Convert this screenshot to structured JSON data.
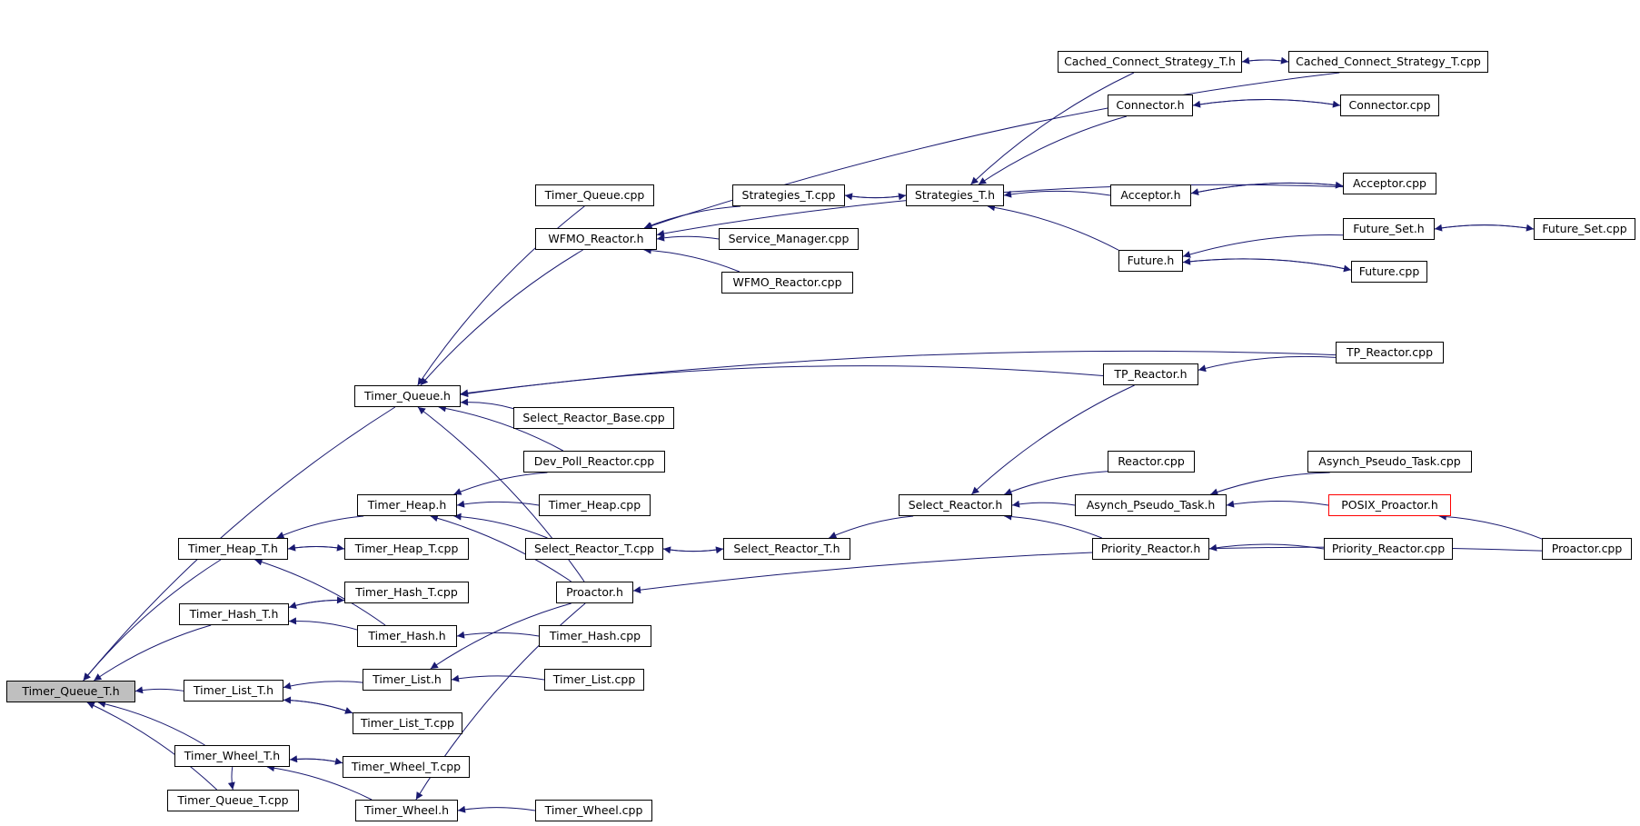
{
  "graph": {
    "root": "n_root",
    "colors": {
      "edge": "#191970",
      "node_border": "#000000",
      "root_fill": "#bfbfbf",
      "flagged_border": "#ff0000"
    },
    "nodes": {
      "n_root": "Timer_Queue_T.h",
      "n_heapT": "Timer_Heap_T.h",
      "n_hashT": "Timer_Hash_T.h",
      "n_listT": "Timer_List_T.h",
      "n_wheelT": "Timer_Wheel_T.h",
      "n_qTcpp": "Timer_Queue_T.cpp",
      "n_tq": "Timer_Queue.h",
      "n_heap": "Timer_Heap.h",
      "n_heapTcpp": "Timer_Heap_T.cpp",
      "n_hashTcpp": "Timer_Hash_T.cpp",
      "n_hash": "Timer_Hash.h",
      "n_list": "Timer_List.h",
      "n_listTcpp": "Timer_List_T.cpp",
      "n_wheelTcpp": "Timer_Wheel_T.cpp",
      "n_wheel": "Timer_Wheel.h",
      "n_tqcpp": "Timer_Queue.cpp",
      "n_wfmo": "WFMO_Reactor.h",
      "n_srbcpp": "Select_Reactor_Base.cpp",
      "n_devpoll": "Dev_Poll_Reactor.cpp",
      "n_heapcpp": "Timer_Heap.cpp",
      "n_srTcpp": "Select_Reactor_T.cpp",
      "n_proactor": "Proactor.h",
      "n_hashcpp": "Timer_Hash.cpp",
      "n_listcpp": "Timer_List.cpp",
      "n_wheelcpp": "Timer_Wheel.cpp",
      "n_stratcpp": "Strategies_T.cpp",
      "n_svcmgr": "Service_Manager.cpp",
      "n_wfmocpp": "WFMO_Reactor.cpp",
      "n_srT": "Select_Reactor_T.h",
      "n_strat": "Strategies_T.h",
      "n_sr": "Select_Reactor.h",
      "n_ccsT": "Cached_Connect_Strategy_T.h",
      "n_conn": "Connector.h",
      "n_acc": "Acceptor.h",
      "n_fut": "Future.h",
      "n_tpr": "TP_Reactor.h",
      "n_rcpp": "Reactor.cpp",
      "n_apt": "Asynch_Pseudo_Task.h",
      "n_pr": "Priority_Reactor.h",
      "n_ccscpp": "Cached_Connect_Strategy_T.cpp",
      "n_conncpp": "Connector.cpp",
      "n_acccpp": "Acceptor.cpp",
      "n_futset": "Future_Set.h",
      "n_futcpp": "Future.cpp",
      "n_tprcpp": "TP_Reactor.cpp",
      "n_aptcpp": "Asynch_Pseudo_Task.cpp",
      "n_posix": "POSIX_Proactor.h",
      "n_prcpp": "Priority_Reactor.cpp",
      "n_futsetcpp": "Future_Set.cpp",
      "n_proactorcpp": "Proactor.cpp"
    },
    "edges": [
      [
        "n_heapT",
        "n_root"
      ],
      [
        "n_hashT",
        "n_root"
      ],
      [
        "n_listT",
        "n_root"
      ],
      [
        "n_wheelT",
        "n_root"
      ],
      [
        "n_qTcpp",
        "n_root"
      ],
      [
        "n_tq",
        "n_root"
      ],
      [
        "n_heap",
        "n_heapT"
      ],
      [
        "n_heapTcpp",
        "n_heapT"
      ],
      [
        "n_hash",
        "n_heapT"
      ],
      [
        "n_hashTcpp",
        "n_hashT"
      ],
      [
        "n_hash",
        "n_hashT"
      ],
      [
        "n_list",
        "n_listT"
      ],
      [
        "n_listTcpp",
        "n_listT"
      ],
      [
        "n_wheelTcpp",
        "n_wheelT"
      ],
      [
        "n_wheel",
        "n_wheelT"
      ],
      [
        "n_wheelT",
        "n_qTcpp"
      ],
      [
        "n_heapT",
        "n_heapTcpp"
      ],
      [
        "n_hashT",
        "n_hashTcpp"
      ],
      [
        "n_listT",
        "n_listTcpp"
      ],
      [
        "n_wheelT",
        "n_wheelTcpp"
      ],
      [
        "n_tqcpp",
        "n_tq"
      ],
      [
        "n_wfmo",
        "n_tq"
      ],
      [
        "n_srbcpp",
        "n_tq"
      ],
      [
        "n_devpoll",
        "n_tq"
      ],
      [
        "n_proactor",
        "n_tq"
      ],
      [
        "n_tpr",
        "n_tq"
      ],
      [
        "n_tprcpp",
        "n_tq"
      ],
      [
        "n_devpoll",
        "n_heap"
      ],
      [
        "n_heapcpp",
        "n_heap"
      ],
      [
        "n_srTcpp",
        "n_heap"
      ],
      [
        "n_proactor",
        "n_heap"
      ],
      [
        "n_hashcpp",
        "n_hash"
      ],
      [
        "n_listcpp",
        "n_list"
      ],
      [
        "n_proactor",
        "n_list"
      ],
      [
        "n_wheelcpp",
        "n_wheel"
      ],
      [
        "n_proactor",
        "n_wheel"
      ],
      [
        "n_stratcpp",
        "n_wfmo"
      ],
      [
        "n_svcmgr",
        "n_wfmo"
      ],
      [
        "n_wfmocpp",
        "n_wfmo"
      ],
      [
        "n_ccscpp",
        "n_wfmo"
      ],
      [
        "n_acccpp",
        "n_wfmo"
      ],
      [
        "n_srTcpp",
        "n_srT"
      ],
      [
        "n_srT",
        "n_srTcpp"
      ],
      [
        "n_sr",
        "n_srT"
      ],
      [
        "n_stratcpp",
        "n_strat"
      ],
      [
        "n_strat",
        "n_stratcpp"
      ],
      [
        "n_ccsT",
        "n_strat"
      ],
      [
        "n_conn",
        "n_strat"
      ],
      [
        "n_acc",
        "n_strat"
      ],
      [
        "n_fut",
        "n_strat"
      ],
      [
        "n_tpr",
        "n_sr"
      ],
      [
        "n_rcpp",
        "n_sr"
      ],
      [
        "n_apt",
        "n_sr"
      ],
      [
        "n_pr",
        "n_sr"
      ],
      [
        "n_ccscpp",
        "n_ccsT"
      ],
      [
        "n_ccsT",
        "n_ccscpp"
      ],
      [
        "n_conncpp",
        "n_conn"
      ],
      [
        "n_conn",
        "n_conncpp"
      ],
      [
        "n_acccpp",
        "n_acc"
      ],
      [
        "n_acc",
        "n_acccpp"
      ],
      [
        "n_futset",
        "n_fut"
      ],
      [
        "n_futcpp",
        "n_fut"
      ],
      [
        "n_fut",
        "n_futcpp"
      ],
      [
        "n_futsetcpp",
        "n_futset"
      ],
      [
        "n_futset",
        "n_futsetcpp"
      ],
      [
        "n_tprcpp",
        "n_tpr"
      ],
      [
        "n_aptcpp",
        "n_apt"
      ],
      [
        "n_posix",
        "n_apt"
      ],
      [
        "n_prcpp",
        "n_pr"
      ],
      [
        "n_proactorcpp",
        "n_posix"
      ],
      [
        "n_proactorcpp",
        "n_proactor"
      ]
    ]
  }
}
